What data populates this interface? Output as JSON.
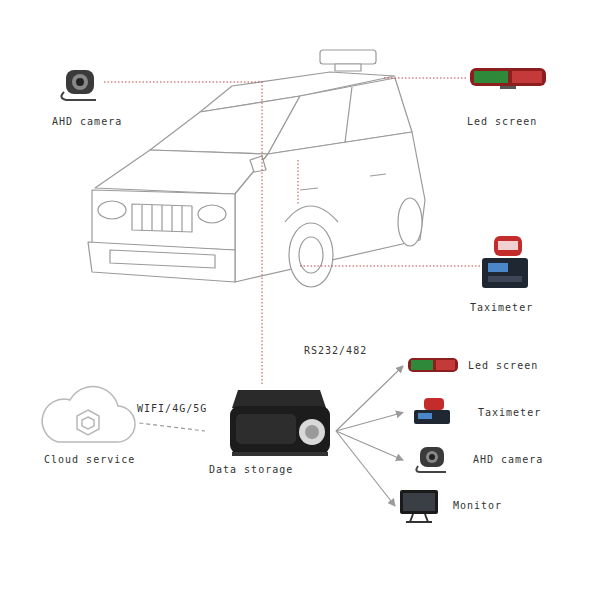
{
  "diagram": {
    "nodes": [
      {
        "text": [
          "AHD camera"
        ]
      },
      {
        "text": [
          "Led screen"
        ]
      },
      {
        "text": [
          "Taximeter"
        ]
      },
      {
        "text": [
          "Cloud service"
        ]
      },
      {
        "text": [
          "Data storage"
        ]
      },
      {
        "text": [
          "Led screen"
        ]
      },
      {
        "text": [
          "Taximeter"
        ]
      },
      {
        "text": [
          "AHD camera"
        ]
      },
      {
        "text": [
          "Monitor"
        ]
      }
    ],
    "edges": [
      {
        "from": 3,
        "to": 4,
        "label": "WIFI/4G/5G",
        "arrow": "none"
      },
      {
        "from": 4,
        "to": 5,
        "arrow": "to"
      },
      {
        "from": 4,
        "to": 6,
        "arrow": "to"
      },
      {
        "from": 4,
        "to": 7,
        "arrow": "to"
      },
      {
        "from": 4,
        "to": 8,
        "arrow": "to"
      }
    ],
    "labels": [
      "RS232/482"
    ]
  }
}
